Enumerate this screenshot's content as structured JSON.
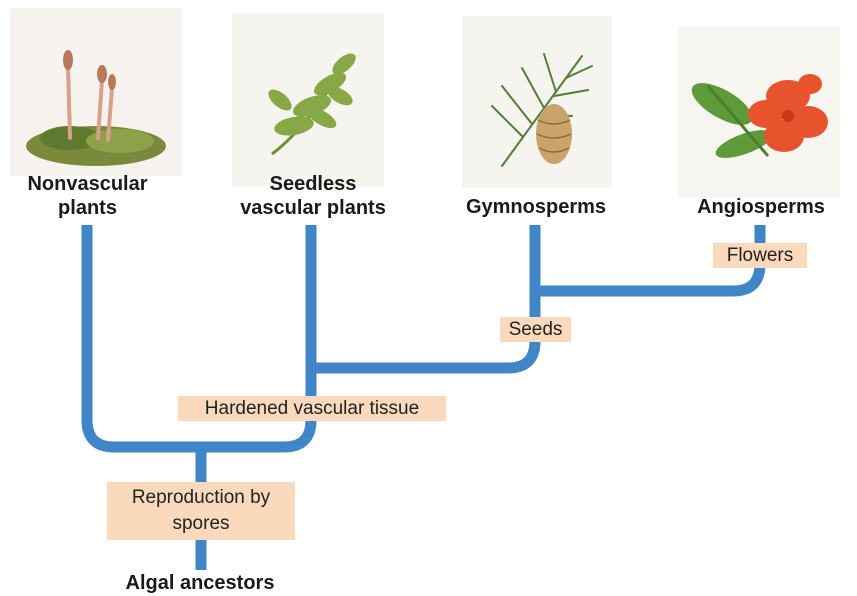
{
  "colors": {
    "branch": "#3f86c6",
    "trait_background": "#fbd9bd",
    "text": "#1a1a1a"
  },
  "groups": {
    "nonvascular": {
      "label_line1": "Nonvascular",
      "label_line2": "plants",
      "illustration": "moss-icon"
    },
    "seedless": {
      "label_line1": "Seedless",
      "label_line2": "vascular plants",
      "illustration": "fern-icon"
    },
    "gymnosperms": {
      "label": "Gymnosperms",
      "illustration": "pine-cone-icon"
    },
    "angiosperms": {
      "label": "Angiosperms",
      "illustration": "flower-icon"
    }
  },
  "root": {
    "label": "Algal ancestors"
  },
  "traits": {
    "flowers": "Flowers",
    "seeds": "Seeds",
    "vascular": "Hardened vascular tissue",
    "spores_line1": "Reproduction by",
    "spores_line2": "spores"
  }
}
